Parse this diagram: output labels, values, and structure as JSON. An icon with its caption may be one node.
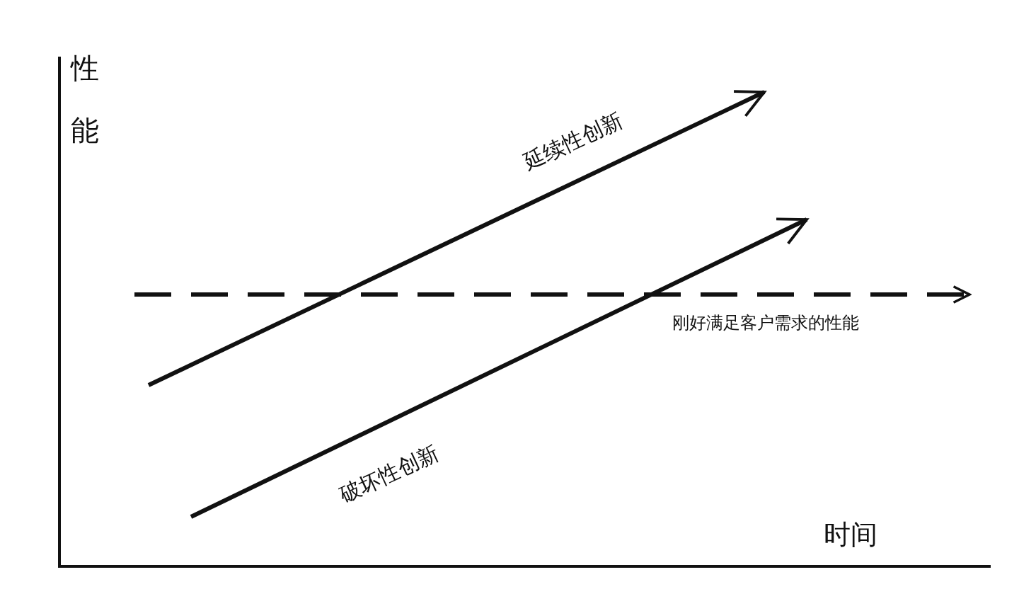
{
  "diagram": {
    "labels": [
      "性能",
      "延续性创新",
      "刚好满足客户需求的性能",
      "破坏性创新",
      "时间"
    ]
  }
}
